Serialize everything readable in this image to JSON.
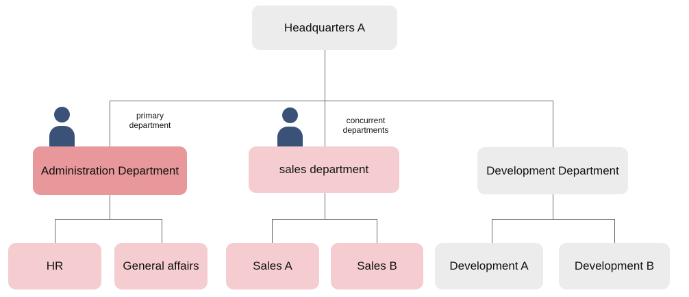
{
  "diagram_type": "organization-chart",
  "colors": {
    "gray_box": "#ececec",
    "dark_pink": "#e8979b",
    "light_pink": "#f5cdd0",
    "person": "#3b5278",
    "line": "#666666",
    "text": "#111111"
  },
  "nodes": {
    "headquarters": {
      "label": "Headquarters A"
    },
    "administration": {
      "label": "Administration Department"
    },
    "sales": {
      "label": "sales department"
    },
    "development": {
      "label": "Development Department"
    },
    "hr": {
      "label": "HR"
    },
    "general_affairs": {
      "label": "General affairs"
    },
    "sales_a": {
      "label": "Sales A"
    },
    "sales_b": {
      "label": "Sales B"
    },
    "development_a": {
      "label": "Development A"
    },
    "development_b": {
      "label": "Development B"
    }
  },
  "annotations": {
    "primary_department": "primary\ndepartment",
    "concurrent_departments": "concurrent\ndepartments"
  },
  "icons": {
    "administration_person": "person-icon",
    "sales_person": "person-icon"
  }
}
